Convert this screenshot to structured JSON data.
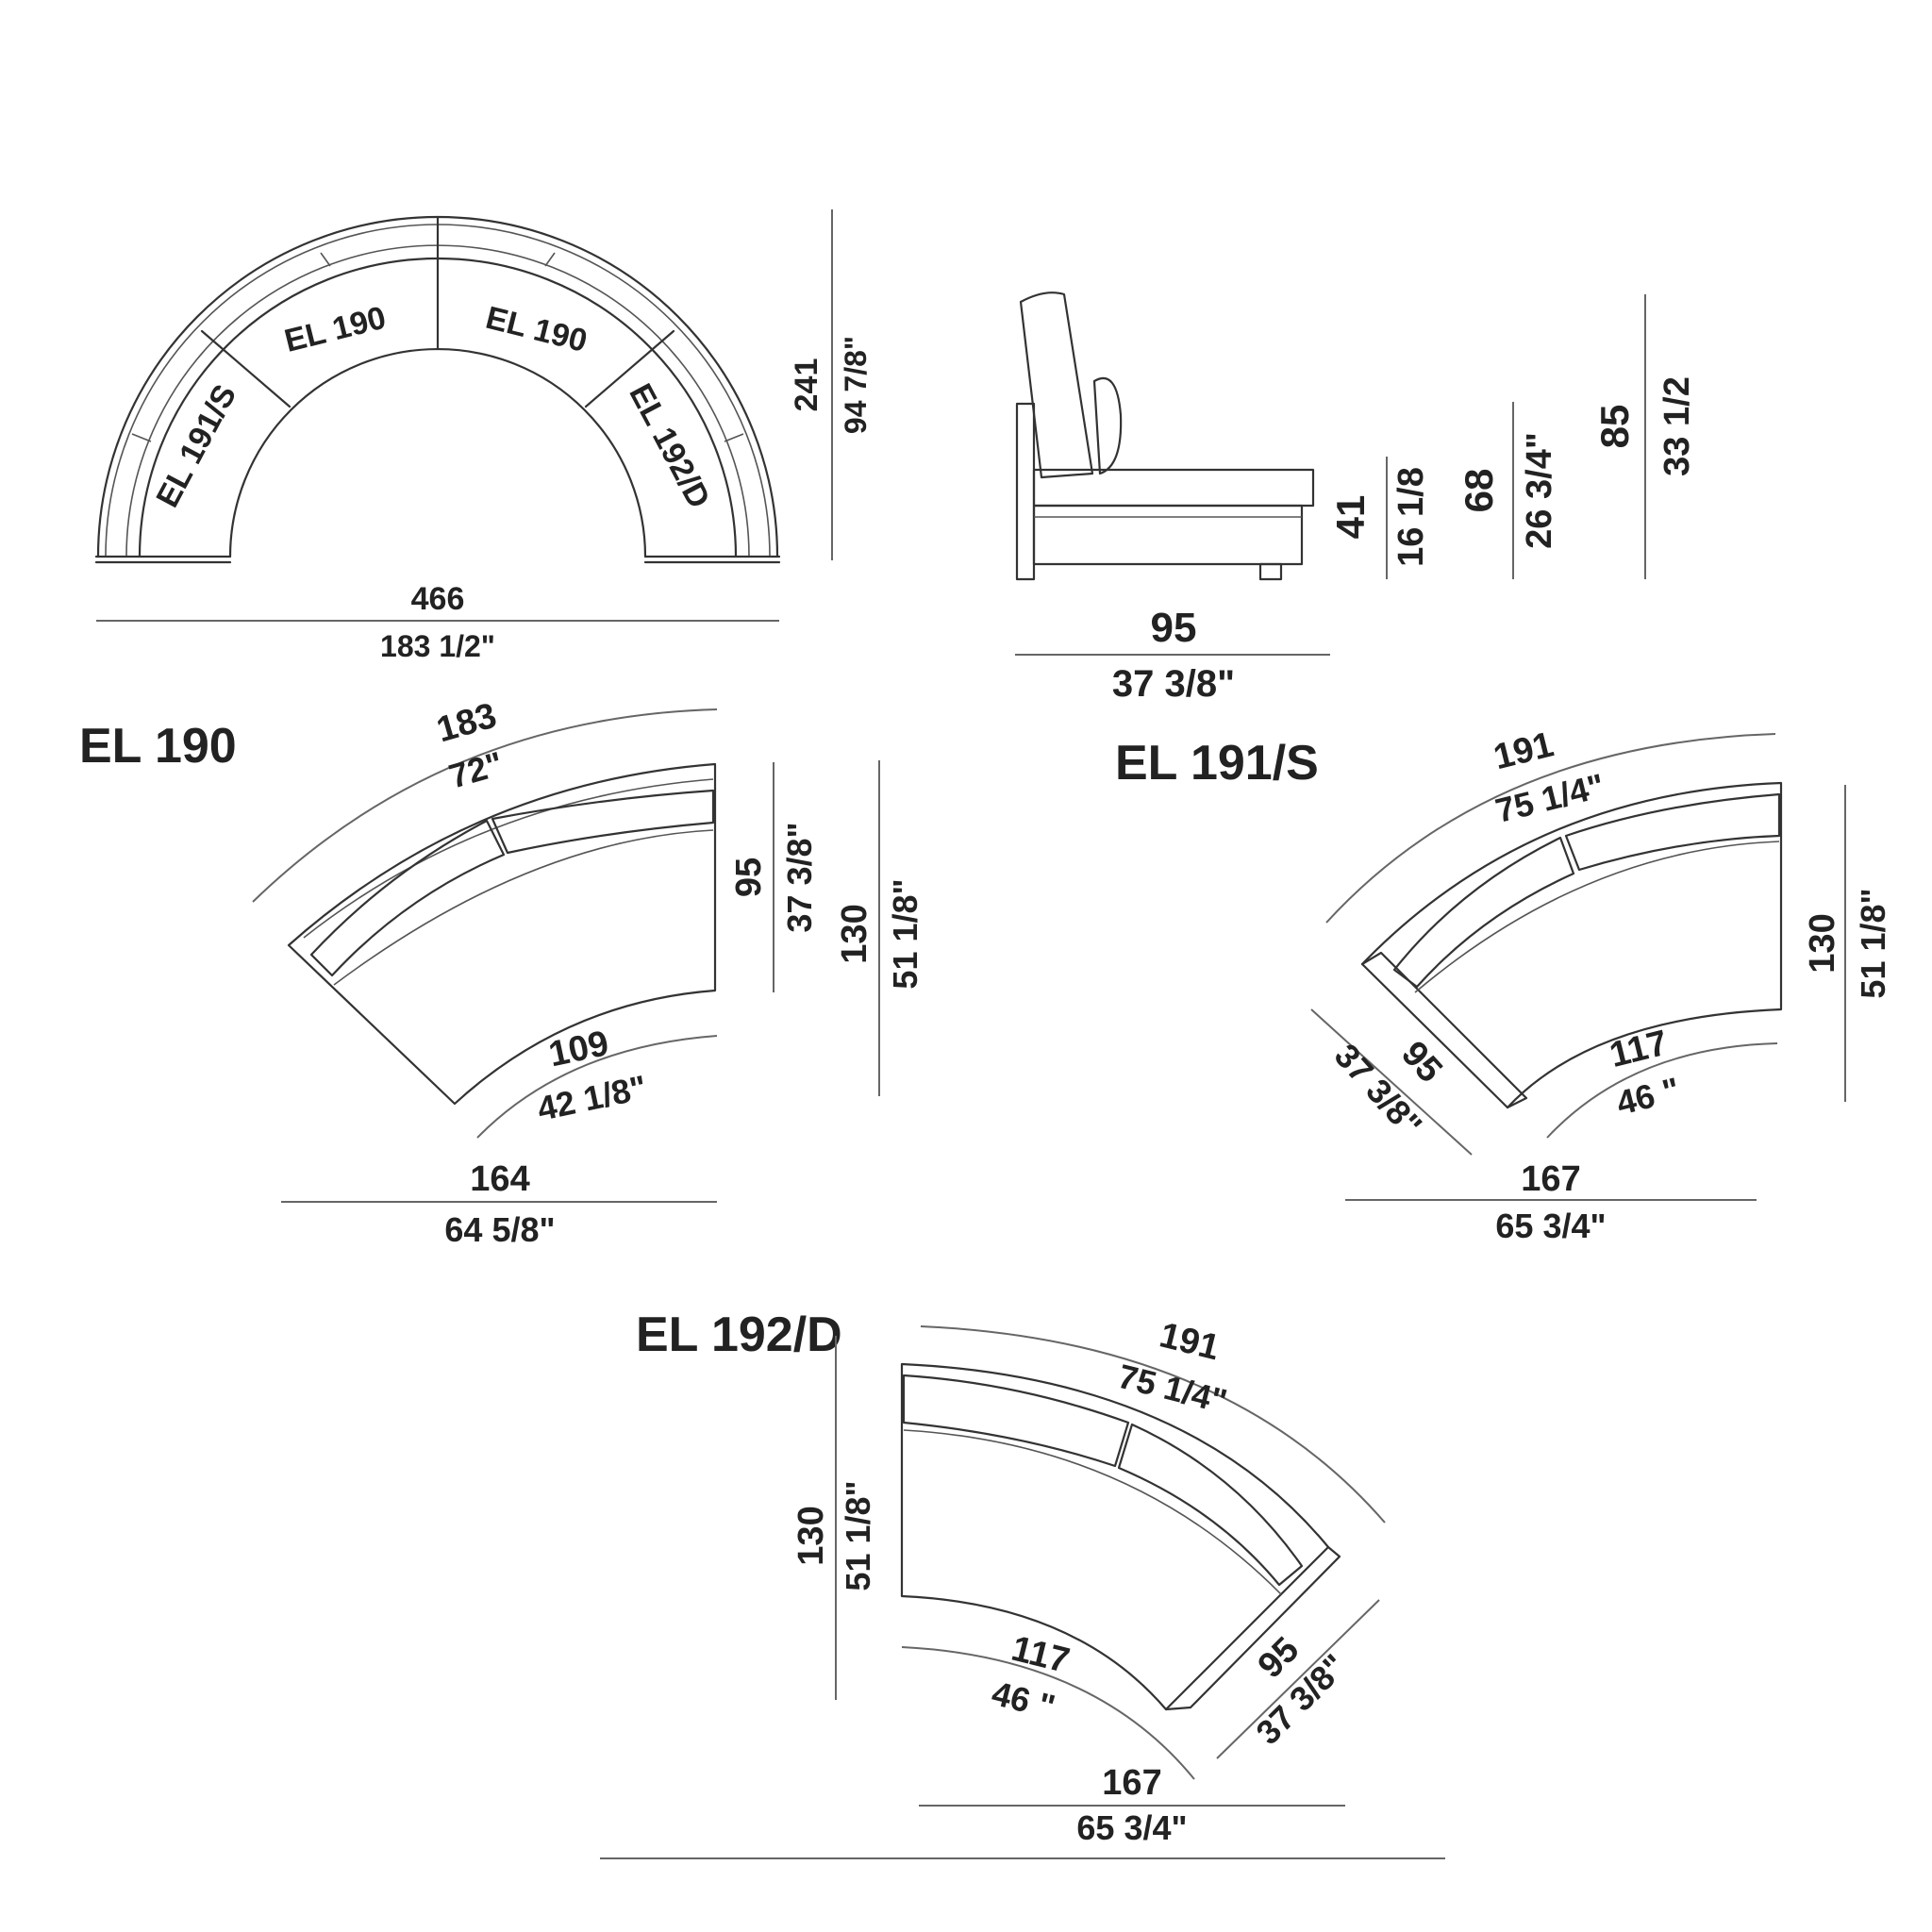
{
  "overall": {
    "modules": {
      "m191s": "EL 191/S",
      "m190a": "EL 190",
      "m190b": "EL 190",
      "m192d": "EL 192/D"
    },
    "width_cm": "466",
    "width_in": "183 1/2\"",
    "depth_cm": "241",
    "depth_in": "94 7/8\""
  },
  "side_view": {
    "depth_cm": "95",
    "depth_in": "37 3/8\"",
    "seat_h_cm": "41",
    "seat_h_in": "16 1/8",
    "arm_h_cm": "68",
    "arm_h_in": "26 3/4\"",
    "back_h_cm": "85",
    "back_h_in": "33 1/2"
  },
  "el190": {
    "title": "EL 190",
    "outer_cm": "183",
    "outer_in": "72\"",
    "depth_cm": "95",
    "depth_in": "37 3/8\"",
    "height_cm": "130",
    "height_in": "51 1/8\"",
    "inner_cm": "109",
    "inner_in": "42 1/8\"",
    "width_cm": "164",
    "width_in": "64 5/8\""
  },
  "el191s": {
    "title": "EL 191/S",
    "outer_cm": "191",
    "outer_in": "75 1/4\"",
    "height_cm": "130",
    "height_in": "51 1/8\"",
    "side_cm": "95",
    "side_in": "37 3/8\"",
    "inner_cm": "117",
    "inner_in": "46 \"",
    "width_cm": "167",
    "width_in": "65 3/4\""
  },
  "el192d": {
    "title": "EL 192/D",
    "outer_cm": "191",
    "outer_in": "75 1/4\"",
    "height_cm": "130",
    "height_in": "51 1/8\"",
    "inner_cm": "117",
    "inner_in": "46 \"",
    "side_cm": "95",
    "side_in": "37 3/8\"",
    "width_cm": "167",
    "width_in": "65 3/4\""
  }
}
